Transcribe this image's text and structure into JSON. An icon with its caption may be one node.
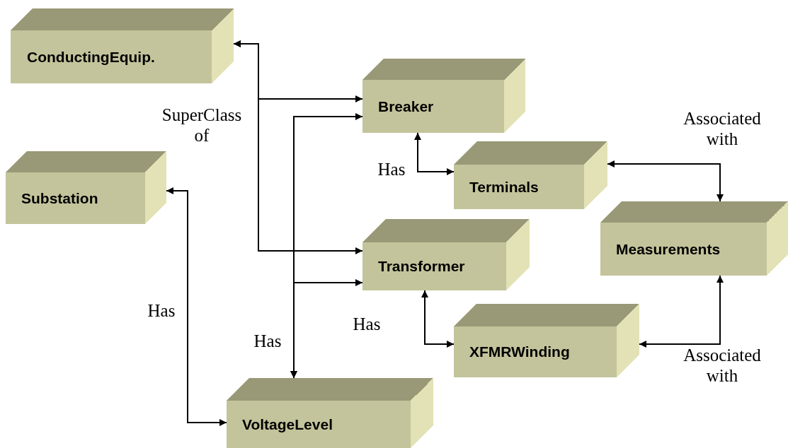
{
  "diagram": {
    "nodes": [
      {
        "text": [
          "ConductingEquip."
        ]
      },
      {
        "text": [
          "Breaker"
        ]
      },
      {
        "text": [
          "Substation"
        ]
      },
      {
        "text": [
          "Terminals"
        ]
      },
      {
        "text": [
          "Measurements"
        ]
      },
      {
        "text": [
          "Transformer"
        ]
      },
      {
        "text": [
          "XFMRWinding"
        ]
      },
      {
        "text": [
          "VoltageLevel"
        ]
      }
    ],
    "edges": [
      {
        "from": 0,
        "to": 1,
        "arrow": "both",
        "label": "SuperClass of"
      },
      {
        "from": 0,
        "to": 5,
        "arrow": "both"
      },
      {
        "from": 1,
        "to": 3,
        "arrow": "both",
        "label": "Has"
      },
      {
        "from": 3,
        "to": 4,
        "arrow": "both",
        "label": "Associated with"
      },
      {
        "from": 1,
        "to": 7,
        "arrow": "both",
        "label": "Has"
      },
      {
        "from": 5,
        "to": 7,
        "arrow": "both"
      },
      {
        "from": 2,
        "to": 7,
        "arrow": "both",
        "label": "Has"
      },
      {
        "from": 5,
        "to": 6,
        "arrow": "both",
        "label": "Has"
      },
      {
        "from": 6,
        "to": 4,
        "arrow": "both",
        "label": "Associated with"
      }
    ]
  }
}
